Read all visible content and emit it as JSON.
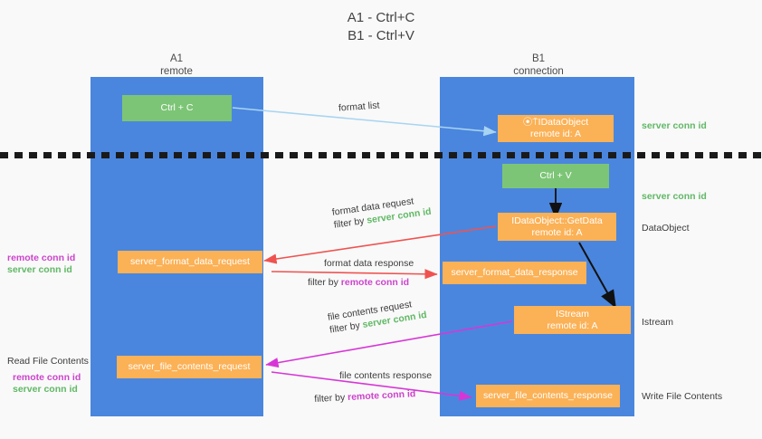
{
  "title": {
    "line1": "A1 - Ctrl+C",
    "line2": "B1 - Ctrl+V"
  },
  "columns": [
    {
      "name": "A1",
      "sub": "remote"
    },
    {
      "name": "B1",
      "sub": "connection"
    }
  ],
  "nodes": {
    "ctrl_c": {
      "label": "Ctrl + C"
    },
    "ctrl_v": {
      "label": "Ctrl + V"
    },
    "data_object": {
      "line1": "⦿⍑IDataObject",
      "line2": "remote id: A"
    },
    "getdata": {
      "line1": "IDataObject::GetData",
      "line2": "remote id: A"
    },
    "istream": {
      "line1": "IStream",
      "line2": "remote id: A"
    },
    "format_data_request": {
      "label": "server_format_data_request"
    },
    "format_data_response": {
      "label": "server_format_data_response"
    },
    "file_contents_request": {
      "label": "server_file_contents_request"
    },
    "file_contents_response": {
      "label": "server_file_contents_response"
    }
  },
  "annotations": {
    "server_conn_id_1": "server conn id",
    "server_conn_id_2": "server conn id",
    "data_object_label": "DataObject",
    "istream_label": "Istream",
    "write_file_contents": "Write File Contents",
    "read_file_contents": "Read File Contents",
    "left_remote_conn_id_1": "remote conn id",
    "left_server_conn_id_1": "server conn id",
    "left_remote_conn_id_2": "remote conn id",
    "left_server_conn_id_2": "server conn id"
  },
  "edges": {
    "format_list": {
      "label": "format list"
    },
    "format_data_request": {
      "line1": "format data request",
      "filter_prefix": "filter by ",
      "filter_value": "server conn id"
    },
    "format_data_response": {
      "line1": "format data response",
      "filter_prefix": "filter by ",
      "filter_value": "remote conn id"
    },
    "file_contents_request": {
      "line1": "file contents request",
      "filter_prefix": "filter by ",
      "filter_value": "server conn id"
    },
    "file_contents_response": {
      "line1": "file contents response",
      "filter_prefix": "filter by ",
      "filter_value": "remote conn id"
    }
  },
  "colors": {
    "lane": "#4a86de",
    "green_node": "#7cc576",
    "orange_node": "#fbb156",
    "green_text": "#61b866",
    "pink_text": "#cc44cc",
    "wire_blue": "#a8d4f2",
    "wire_red": "#ef5350",
    "wire_magenta": "#d736d7",
    "wire_black": "#111111",
    "background": "#f9f9f9"
  }
}
